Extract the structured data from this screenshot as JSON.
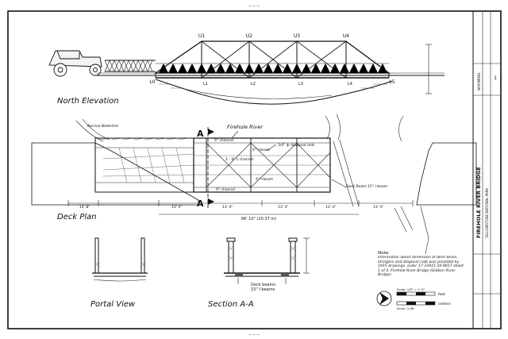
{
  "sheet": {
    "top_mark": "— — —",
    "bottom_mark": "— — —"
  },
  "views": {
    "north_elevation": "North Elevation",
    "deck_plan": "Deck Plan",
    "portal_view": "Portal View",
    "section_aa": "Section A-A"
  },
  "elevation": {
    "upper_nodes": [
      "U1",
      "U2",
      "U3",
      "U4"
    ],
    "lower_nodes": [
      "L0",
      "L1",
      "L2",
      "L3",
      "L4",
      "L5"
    ]
  },
  "deck_plan": {
    "labels": {
      "firehole_river": "Firehole River",
      "normal_waterline": "Normal Waterline",
      "channel_top": "9\" channel",
      "i_beam_a": "4\" I-beam",
      "channel_mid": "2 - 9\" L channel",
      "i_beam_b": "4\" I-beam",
      "channel_bottom": "9\" channel",
      "diagonal_rods": "3/4\" ф diagonal rods",
      "deck_beam": "Deck Beam 15\" I-beam"
    },
    "section_marker": "A",
    "dimensions": [
      "14' 8\"",
      "13' 4\"",
      "13' 4\"",
      "13' 4\"",
      "13' 4\"",
      "13' 4\""
    ],
    "overall": "66' 10\" (20.37 m)"
  },
  "section": {
    "deck_beams": "Deck beams",
    "i_beams": "15\" I-beams"
  },
  "note": {
    "title": "Note:",
    "text": "Information about dimension of deck beam, stringers and diagonal rods was provided by 1915 drawings, order 17-33915-16-8657 sheet 1 of 3. Firehole River Bridge (Gibbon River Bridge)."
  },
  "scale": {
    "feet": "feet",
    "meters": "meters",
    "label_a": "Scale: 1/8\" = 1'-0\"",
    "label_b": "Scale: 1:96"
  },
  "title_block": {
    "line1": "FIREHOLE RIVER BRIDGE",
    "line2": "YELLOWSTONE NATIONAL PARK",
    "line3": "WYOMING",
    "sheet_no": "1"
  }
}
